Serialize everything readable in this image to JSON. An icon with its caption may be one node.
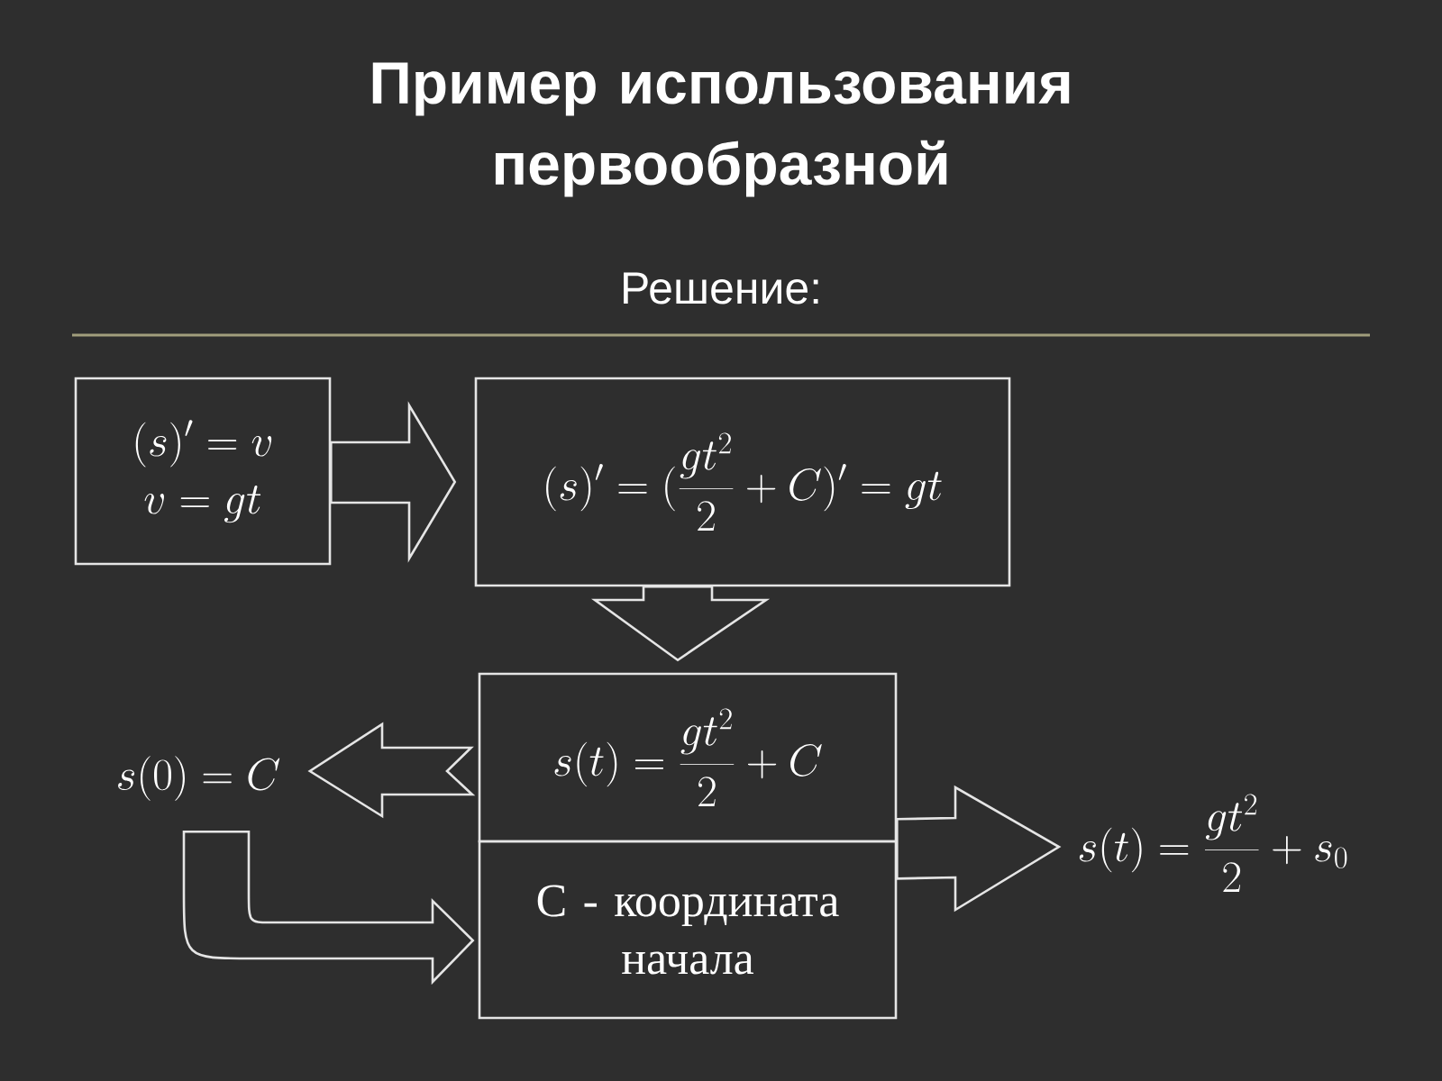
{
  "diagram": {
    "title": "Пример использования первообразной",
    "nodes": [
      {
        "text": [
          "(s)' = v",
          "v = gt"
        ]
      },
      {
        "text": [
          "(s)' = (\\frac{gt^2}{2} + C)' = gt"
        ]
      },
      {
        "text": [
          "s(t) = \\frac{gt^2}{2} + C"
        ]
      },
      {
        "text": [
          "С - координата начала"
        ]
      },
      {
        "text": [
          "s(0) = C"
        ]
      },
      {
        "text": [
          "s(t) = \\frac{gt^2}{2} + s_0"
        ]
      }
    ],
    "edges": [
      {
        "from": 0,
        "to": 1,
        "arrow": "to"
      },
      {
        "from": 1,
        "to": 2,
        "arrow": "to"
      },
      {
        "from": 2,
        "to": 4,
        "arrow": "to"
      },
      {
        "from": 4,
        "to": 3,
        "arrow": "to"
      },
      {
        "from": 2,
        "to": 5,
        "arrow": "to"
      }
    ],
    "labels": [
      "Решение:"
    ]
  }
}
